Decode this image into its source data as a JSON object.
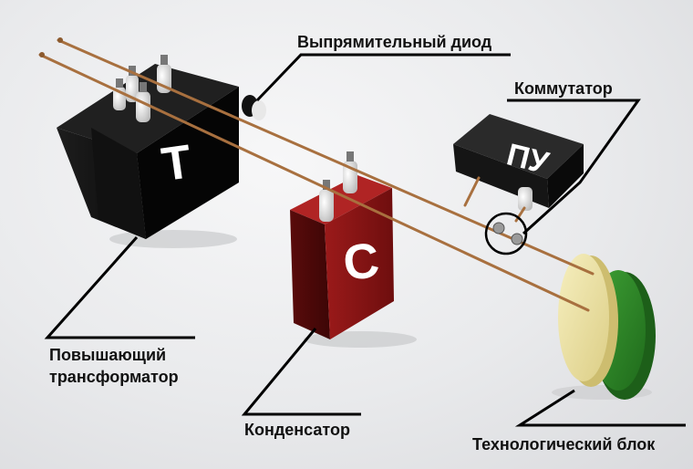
{
  "labels": {
    "rectifier_diode": "Выпрямительный диод",
    "commutator": "Коммутатор",
    "step_up_transformer_line1": "Повышающий",
    "step_up_transformer_line2": "трансформатор",
    "capacitor": "Конденсатор",
    "technological_block": "Технологический блок"
  },
  "block_marks": {
    "transformer": "Т",
    "capacitor": "С",
    "control_unit": "ПУ"
  },
  "colors": {
    "transformer_body": "#141414",
    "capacitor_body": "#8e1414",
    "control_unit_body": "#1a1a1a",
    "wire": "#a8703f",
    "disc_front": "#efe4a2",
    "disc_back": "#2f8a2a"
  }
}
